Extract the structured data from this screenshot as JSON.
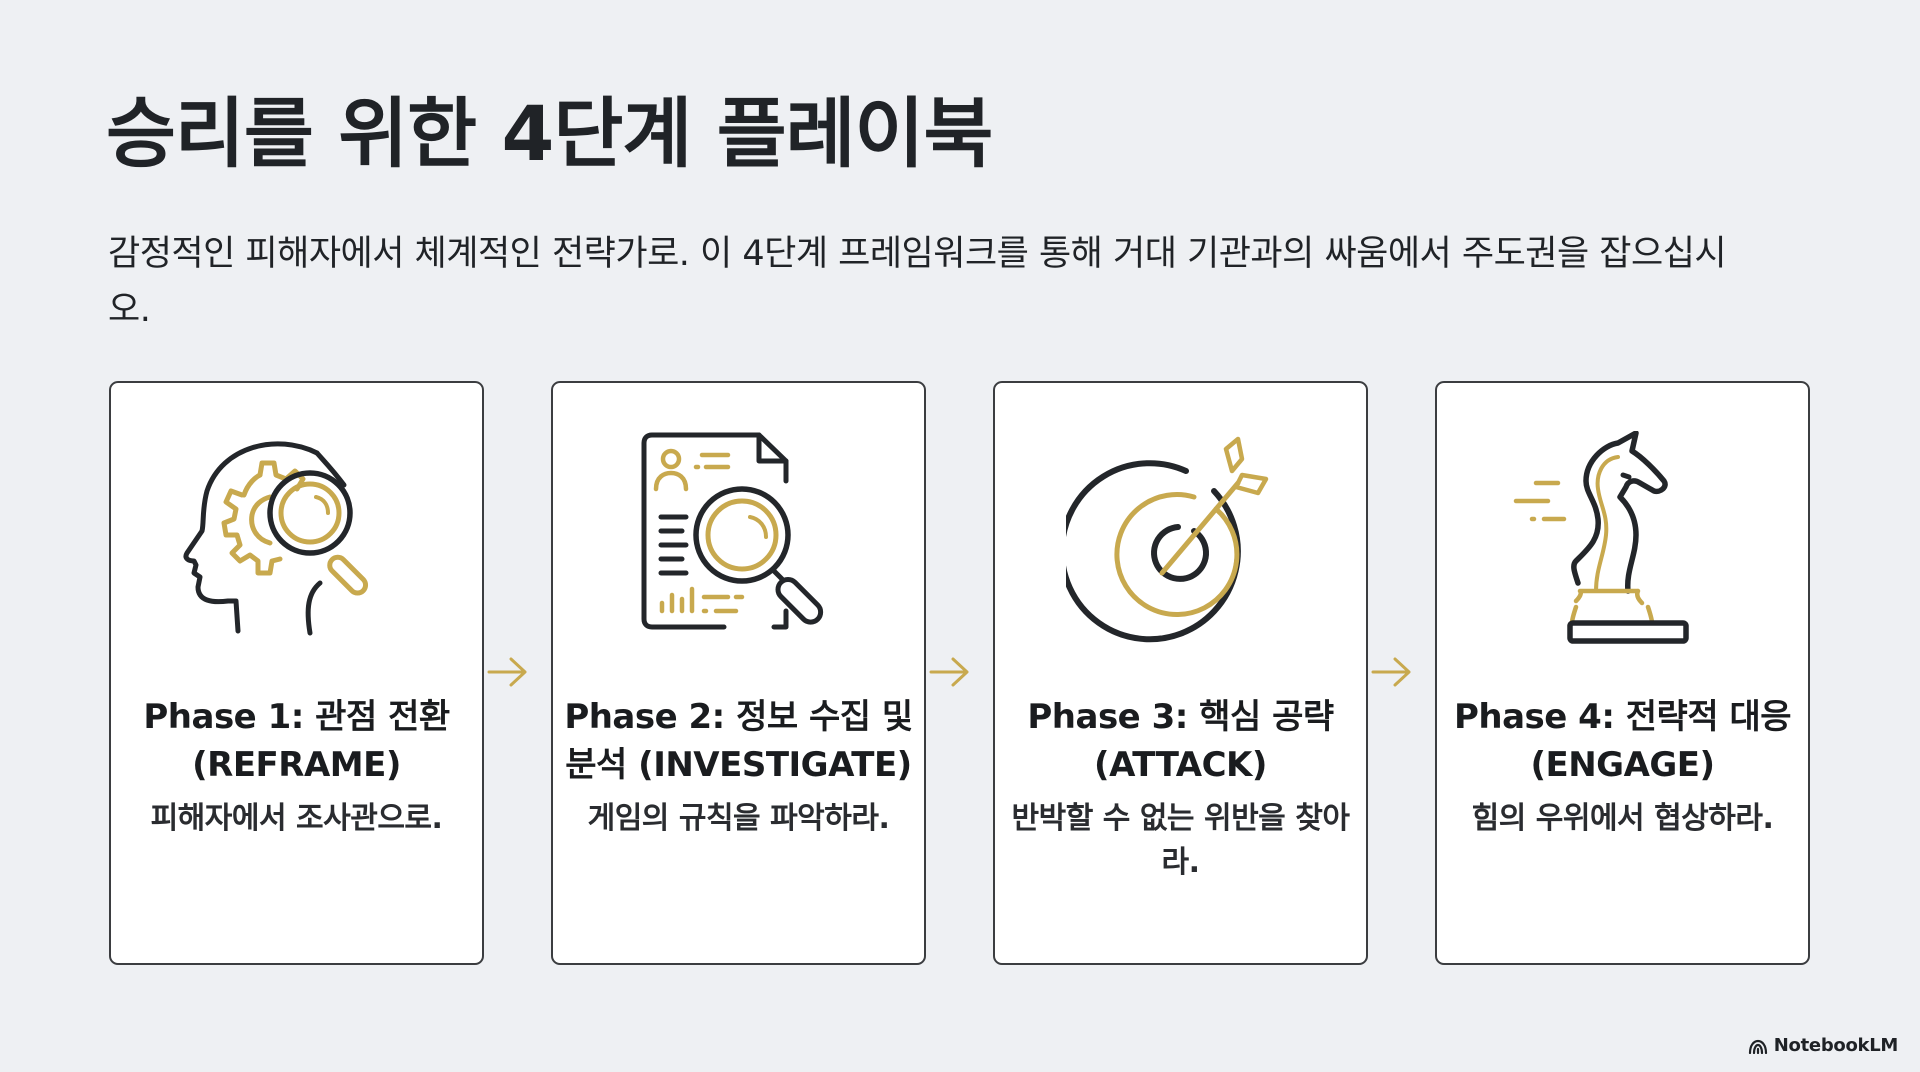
{
  "header": {
    "title": "승리를 위한 4단계 플레이북",
    "subtitle": "감정적인 피해자에서 체계적인 전략가로. 이 4단계 프레임워크를 통해 거대 기관과의 싸움에서 주도권을 잡으십시오."
  },
  "colors": {
    "background": "#eef0f3",
    "accent_gold": "#c8a94e",
    "ink": "#1f2226",
    "card_border": "#3b3d40"
  },
  "phases": [
    {
      "title": "Phase 1: 관점 전환 (REFRAME)",
      "description": "피해자에서 조사관으로.",
      "icon": "head-gear-magnifier-icon"
    },
    {
      "title": "Phase 2: 정보 수집 및 분석 (INVESTIGATE)",
      "description": "게임의 규칙을 파악하라.",
      "icon": "document-magnifier-icon"
    },
    {
      "title": "Phase 3: 핵심 공략 (ATTACK)",
      "description": "반박할 수 없는 위반을 찾아라.",
      "icon": "target-arrow-icon"
    },
    {
      "title": "Phase 4: 전략적 대응 (ENGAGE)",
      "description": "힘의 우위에서 협상하라.",
      "icon": "chess-knight-icon"
    }
  ],
  "footer": {
    "brand": "NotebookLM"
  }
}
